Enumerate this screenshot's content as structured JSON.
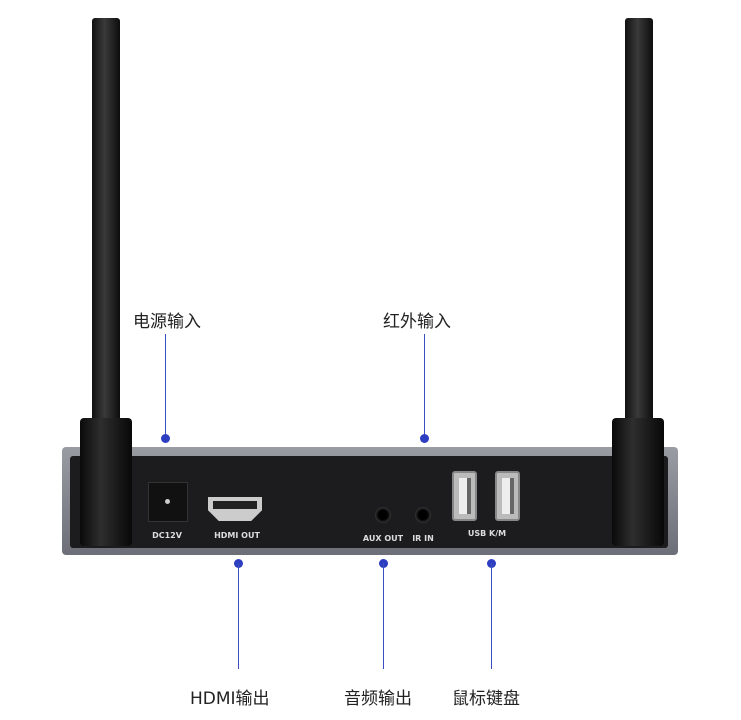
{
  "callouts": {
    "power_in": "电源输入",
    "ir_in": "红外输入",
    "hdmi_out": "HDMI输出",
    "audio_out": "音频输出",
    "mouse_keyboard": "鼠标键盘"
  },
  "ports": {
    "dc": "DC12V",
    "hdmi": "HDMI OUT",
    "aux": "AUX OUT",
    "ir": "IR IN",
    "usb": "USB K/M"
  },
  "colors": {
    "accent": "#2d3fc0",
    "panel": "#1c1c1e",
    "frame": "#7a7c84"
  }
}
